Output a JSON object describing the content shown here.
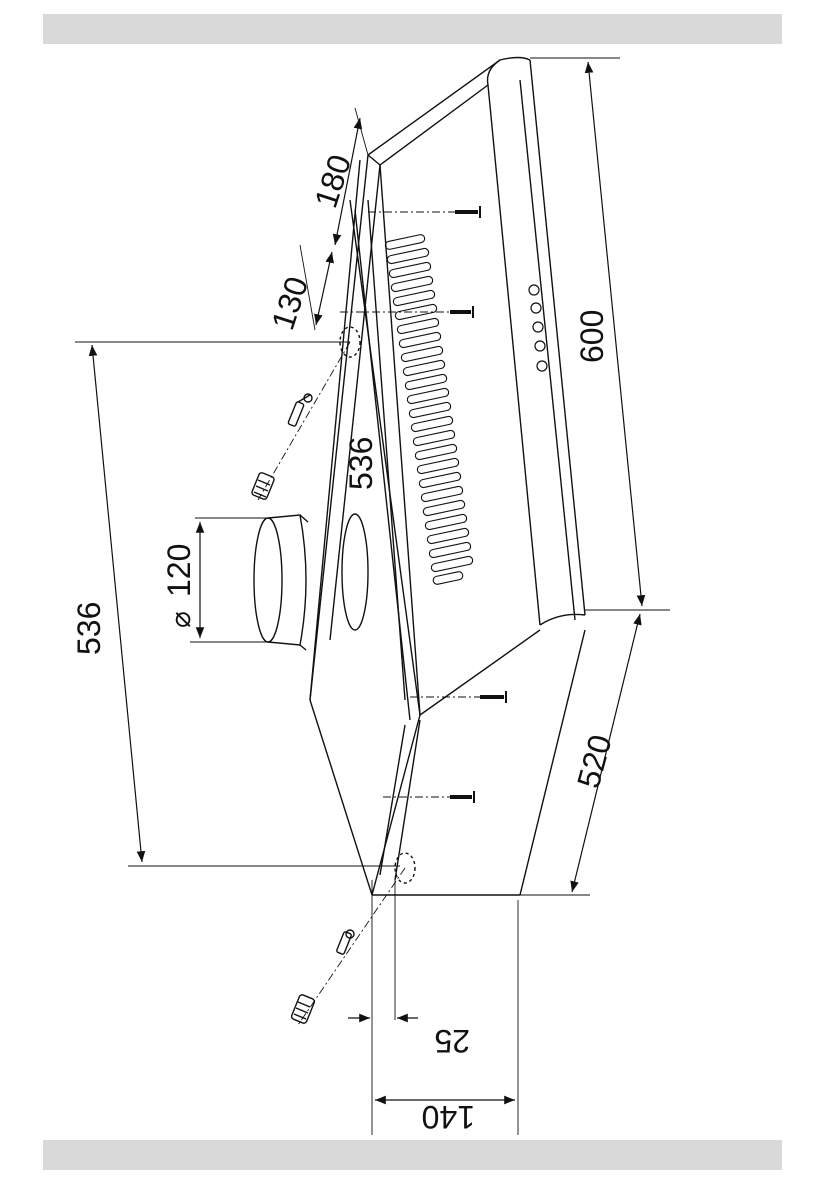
{
  "header_bar": {
    "text": ""
  },
  "footer_bar": {
    "text": ""
  },
  "dimensions": {
    "d180": "180",
    "d130": "130",
    "d600": "600",
    "d536_left": "536",
    "d536_center": "536",
    "d120": "120",
    "diameter_symbol": "⌀",
    "d520": "520",
    "d25": "25",
    "d140": "140"
  },
  "colors": {
    "line": "#111111",
    "bar": "#d9d9d9"
  }
}
